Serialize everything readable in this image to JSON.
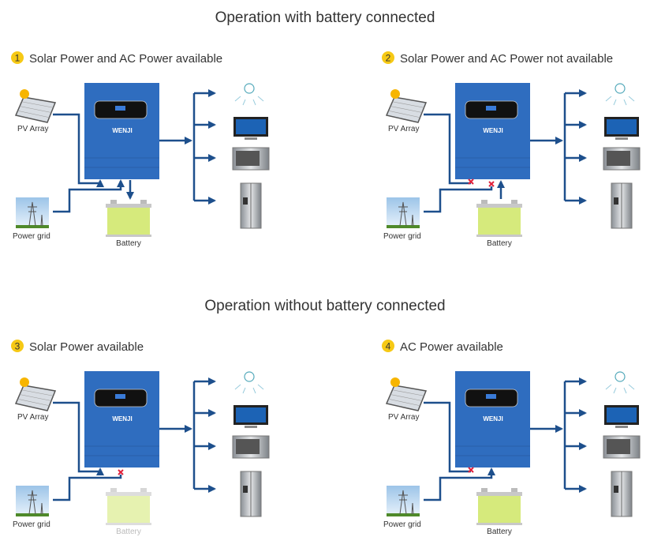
{
  "headings": [
    "Operation with battery connected",
    "Operation without  battery connected"
  ],
  "labels": {
    "pv": "PV Array",
    "grid": "Power grid",
    "battery": "Battery"
  },
  "inverter_brand": "WENJI",
  "colors": {
    "line": "#1d4f8c",
    "inverter": "#2f6dbf",
    "battery": "#d6ea7c",
    "badge": "#f6c915",
    "blocked": "#e0203a"
  },
  "panels": [
    {
      "number": "1",
      "title": "Solar Power and AC Power available",
      "pv": "to-inverter",
      "grid": "to-inverter",
      "battery": "charging",
      "battery_faded": false
    },
    {
      "number": "2",
      "title": "Solar Power and AC Power not available",
      "pv": "blocked",
      "grid": "blocked",
      "battery": "discharging",
      "battery_faded": false
    },
    {
      "number": "3",
      "title": "Solar Power available",
      "pv": "to-inverter",
      "grid": "blocked",
      "battery": "none",
      "battery_faded": true
    },
    {
      "number": "4",
      "title": "AC Power available",
      "pv": "blocked",
      "grid": "to-inverter",
      "battery": "none",
      "battery_faded": false
    }
  ],
  "loads": [
    "light-bulb-icon",
    "tv-icon",
    "microwave-icon",
    "refrigerator-icon"
  ]
}
